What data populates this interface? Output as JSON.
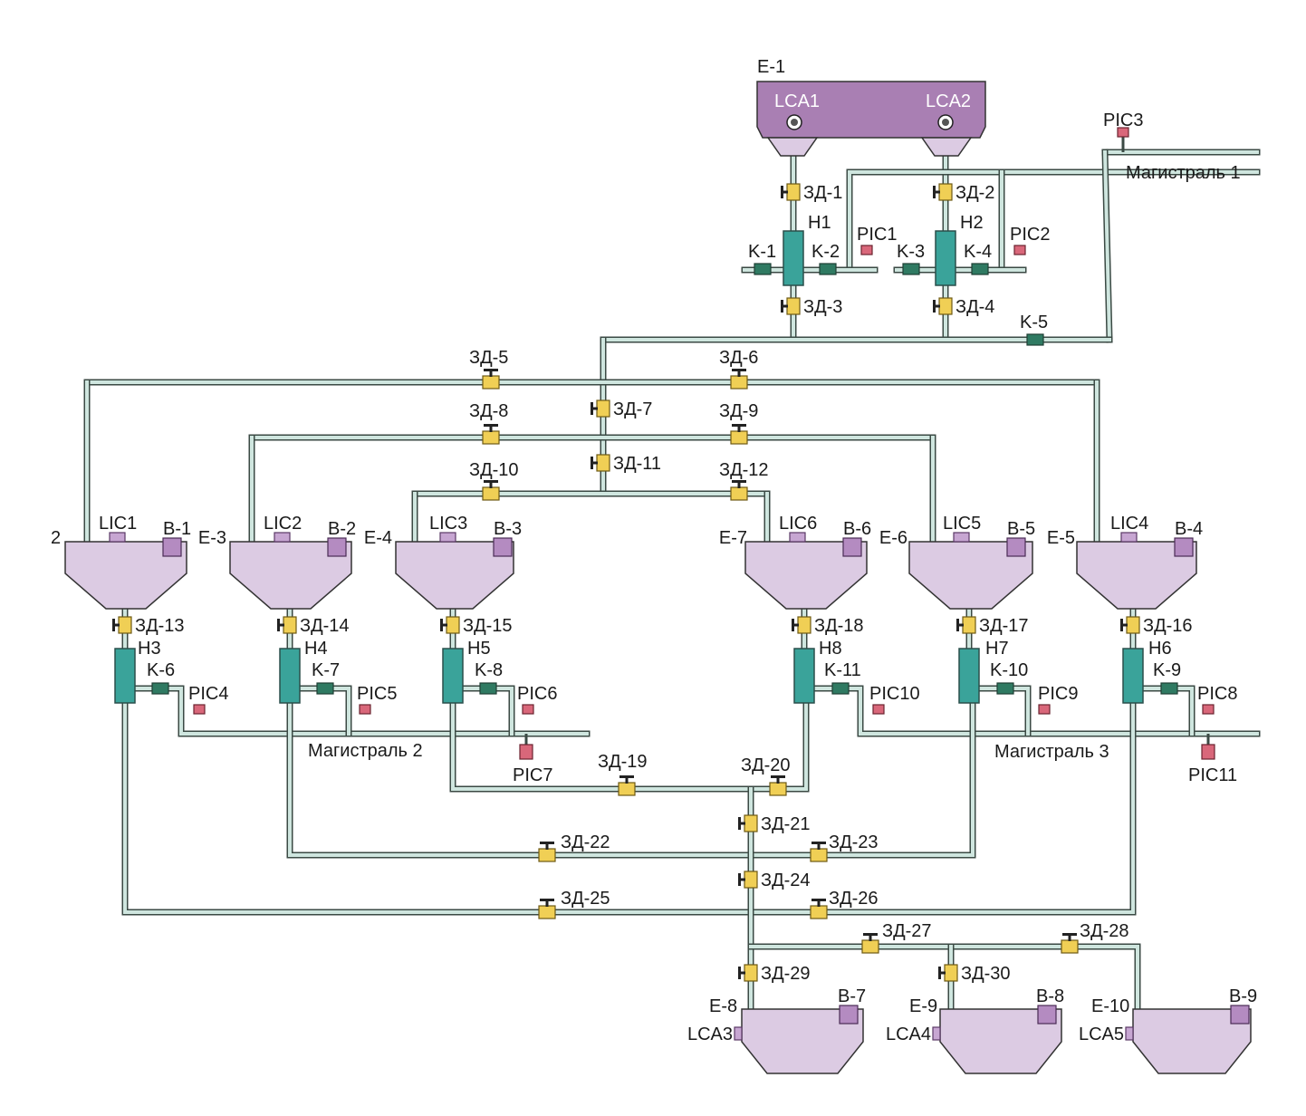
{
  "tanks": [
    {
      "id": "t_e1",
      "label": "E-1",
      "inner": [
        "LCA1",
        "LCA2"
      ]
    },
    {
      "id": "t_e2",
      "label": "2",
      "lic": "LIC1",
      "b": "B-1"
    },
    {
      "id": "t_e3",
      "label": "E-3",
      "lic": "LIC2",
      "b": "B-2"
    },
    {
      "id": "t_e4",
      "label": "E-4",
      "lic": "LIC3",
      "b": "B-3"
    },
    {
      "id": "t_e7",
      "label": "E-7",
      "lic": "LIC6",
      "b": "B-6"
    },
    {
      "id": "t_e6",
      "label": "E-6",
      "lic": "LIC5",
      "b": "B-5"
    },
    {
      "id": "t_e5",
      "label": "E-5",
      "lic": "LIC4",
      "b": "B-4"
    },
    {
      "id": "t_e8",
      "label": "E-8",
      "lca": "LCA3",
      "b": "B-7"
    },
    {
      "id": "t_e9",
      "label": "E-9",
      "lca": "LCA4",
      "b": "B-8"
    },
    {
      "id": "t_e10",
      "label": "E-10",
      "lca": "LCA5",
      "b": "B-9"
    }
  ],
  "pumps": [
    "H1",
    "H2",
    "H3",
    "H4",
    "H5",
    "H6",
    "H7",
    "H8"
  ],
  "valves_k": [
    "K-1",
    "K-2",
    "K-3",
    "K-4",
    "K-5",
    "K-6",
    "K-7",
    "K-8",
    "K-9",
    "K-10",
    "K-11"
  ],
  "valves_z": [
    "ЗД-1",
    "ЗД-2",
    "ЗД-3",
    "ЗД-4",
    "ЗД-5",
    "ЗД-6",
    "ЗД-7",
    "ЗД-8",
    "ЗД-9",
    "ЗД-10",
    "ЗД-11",
    "ЗД-12",
    "ЗД-13",
    "ЗД-14",
    "ЗД-15",
    "ЗД-16",
    "ЗД-17",
    "ЗД-18",
    "ЗД-19",
    "ЗД-20",
    "ЗД-21",
    "ЗД-22",
    "ЗД-23",
    "ЗД-24",
    "ЗД-25",
    "ЗД-26",
    "ЗД-27",
    "ЗД-28",
    "ЗД-29",
    "ЗД-30"
  ],
  "sensors": [
    "PIC1",
    "PIC2",
    "PIC3",
    "PIC4",
    "PIC5",
    "PIC6",
    "PIC7",
    "PIC8",
    "PIC9",
    "PIC10",
    "PIC11"
  ],
  "mains": [
    "Магистраль 1",
    "Магистраль 2",
    "Магистраль 3"
  ]
}
